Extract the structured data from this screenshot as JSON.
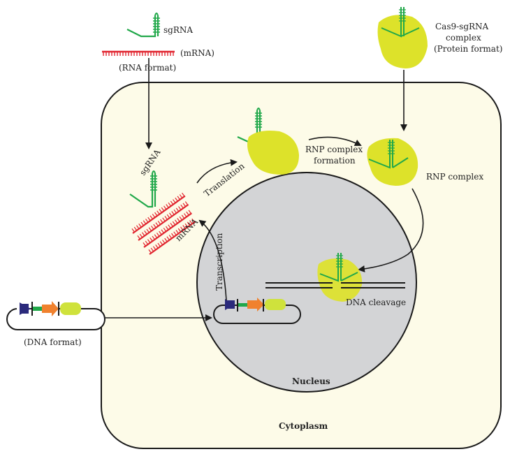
{
  "labels": {
    "sgrna_top": "sgRNA",
    "mrna_top": "(mRNA)",
    "rna_format": "(RNA format)",
    "cas9_line1": "Cas9-sgRNA",
    "cas9_line2": "complex",
    "cas9_line3": "(Protein format)",
    "sgrna_cyto": "sgRNA",
    "mrna_cyto": "mRNA",
    "translation": "Translation",
    "transcription": "Transcription",
    "rnp_formation_line1": "RNP complex",
    "rnp_formation_line2": "formation",
    "rnp_complex": "RNP complex",
    "dna_cleavage": "DNA cleavage",
    "nucleus": "Nucleus",
    "cytoplasm": "Cytoplasm",
    "dna_format": "(DNA format)"
  },
  "colors": {
    "cytoplasm_fill": "#fdfbe8",
    "nucleus_fill": "#d3d4d6",
    "cas9_fill": "#dde22a",
    "sgrna_green": "#21a84a",
    "mrna_red": "#e1252f",
    "promoter_navy": "#2b2a7c",
    "gene_orange": "#f0812e",
    "cargo_lime": "#cfe23c"
  }
}
